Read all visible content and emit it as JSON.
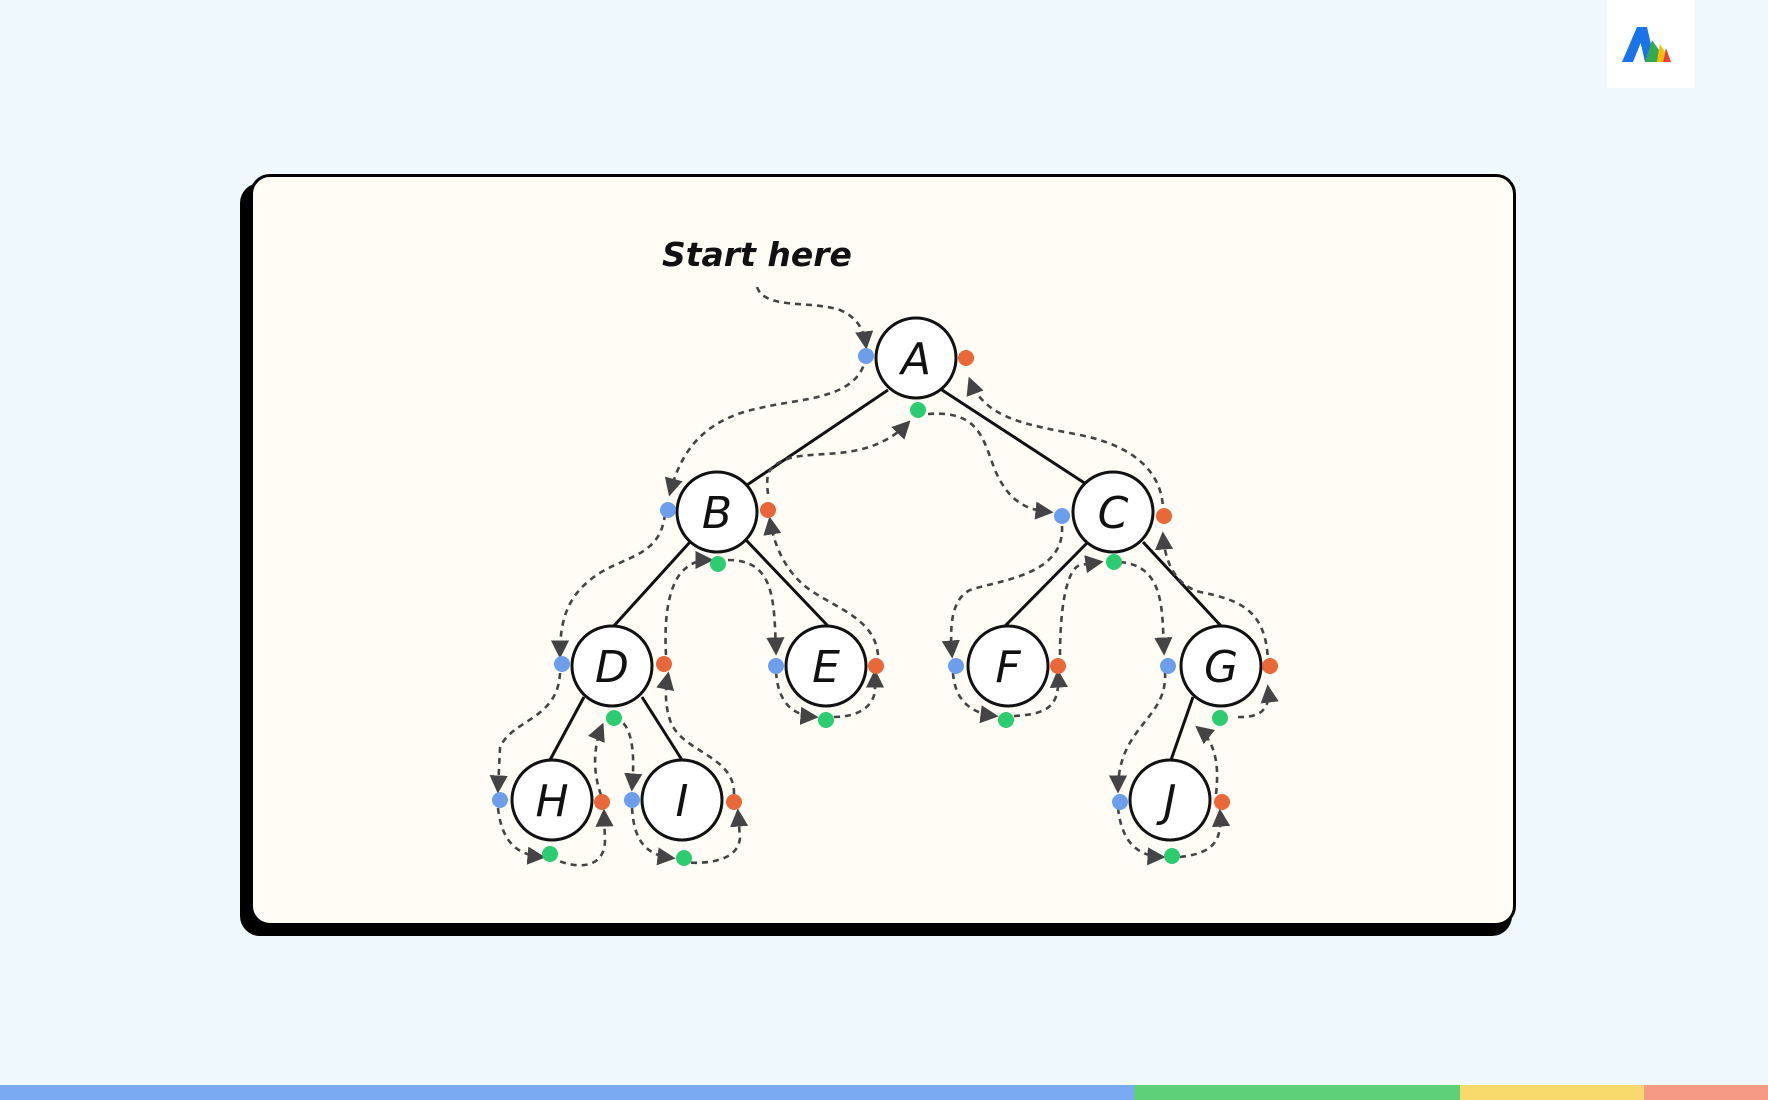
{
  "annotation": {
    "start_label": "Start here"
  },
  "nodes": [
    {
      "id": "A",
      "label": "A"
    },
    {
      "id": "B",
      "label": "B"
    },
    {
      "id": "C",
      "label": "C"
    },
    {
      "id": "D",
      "label": "D"
    },
    {
      "id": "E",
      "label": "E"
    },
    {
      "id": "F",
      "label": "F"
    },
    {
      "id": "G",
      "label": "G"
    },
    {
      "id": "H",
      "label": "H"
    },
    {
      "id": "I",
      "label": "I"
    },
    {
      "id": "J",
      "label": "J"
    }
  ],
  "edges": [
    [
      "A",
      "B"
    ],
    [
      "A",
      "C"
    ],
    [
      "B",
      "D"
    ],
    [
      "B",
      "E"
    ],
    [
      "D",
      "H"
    ],
    [
      "D",
      "I"
    ],
    [
      "C",
      "F"
    ],
    [
      "C",
      "G"
    ],
    [
      "G",
      "J"
    ]
  ],
  "colors": {
    "page_background": "#eef8fd",
    "card_background": "#fffdf6",
    "pre_dot": "#6d9eeb",
    "in_dot": "#2ecc71",
    "post_dot": "#e8683a",
    "path": "#444444",
    "bar_blue": "#7aaaf2",
    "bar_green": "#5fd07a",
    "bar_yellow": "#f7d86a",
    "bar_red": "#f59a84"
  },
  "logo": {
    "icon": "brand-logo-icon"
  }
}
